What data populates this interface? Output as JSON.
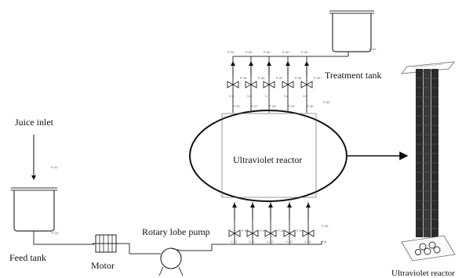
{
  "labels": {
    "juice_inlet": "Juice inlet",
    "feed_tank": "Feed tank",
    "motor": "Motor",
    "pump": "Rotary lobe pump",
    "reactor": "Ultraviolet reactor",
    "treatment_tank": "Treatment tank",
    "reactor_photo": "Ultraviolet reactor"
  },
  "tags": {
    "feed_p41": "P-41",
    "feed_p43": "P-43",
    "outlet_p32": "P-32",
    "top_p30": "P-30",
    "top_lines": [
      "P-30",
      "P-30",
      "P-30",
      "P-30",
      "P-30"
    ],
    "top_valves": [
      "P-35",
      "P-36",
      "P-37",
      "P-38",
      "P-39"
    ],
    "top_valve_ids": [
      "V-5",
      "V-6",
      "V-7",
      "V-8",
      "V-9"
    ],
    "top_under": [
      "P-26",
      "P-27",
      "P-28",
      "P-29",
      "P-30"
    ],
    "bottom_valves": [
      "P-31",
      "P-32",
      "P-33",
      "P-34"
    ],
    "bottom_valve_ids": [
      "V-10",
      "V-11",
      "V-12",
      "V-13",
      "V-14"
    ],
    "bottom_right": [
      "P-35",
      "P-6"
    ]
  }
}
